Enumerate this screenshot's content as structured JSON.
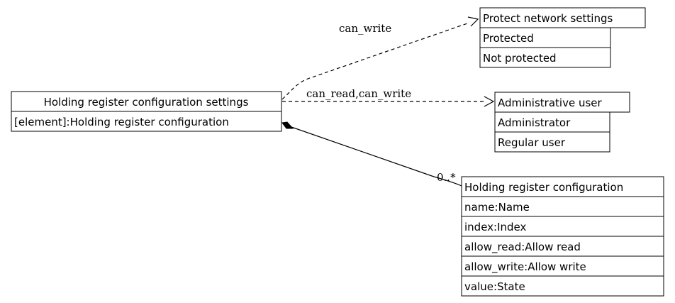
{
  "colors": {
    "background": "#ffffff",
    "line": "#000000",
    "box_fill": "#ffffff"
  },
  "nodes": {
    "settings": {
      "title": "Holding register configuration settings",
      "rows": [
        "[element]:Holding register configuration"
      ]
    },
    "protect": {
      "title": "Protect network settings",
      "rows": [
        "Protected",
        "Not protected"
      ]
    },
    "admin": {
      "title": "Administrative user",
      "rows": [
        "Administrator",
        "Regular user"
      ]
    },
    "config": {
      "title": "Holding register configuration",
      "rows": [
        "name:Name",
        "index:Index",
        "allow_read:Allow read",
        "allow_write:Allow write",
        "value:State"
      ]
    }
  },
  "edges": {
    "can_write": {
      "label": "can_write",
      "style": "dashed",
      "head": "open-arrow"
    },
    "can_read_write": {
      "label": "can_read,can_write",
      "style": "dashed",
      "head": "open-arrow"
    },
    "composition": {
      "label": "0..*",
      "style": "solid",
      "head": "filled-diamond"
    }
  }
}
